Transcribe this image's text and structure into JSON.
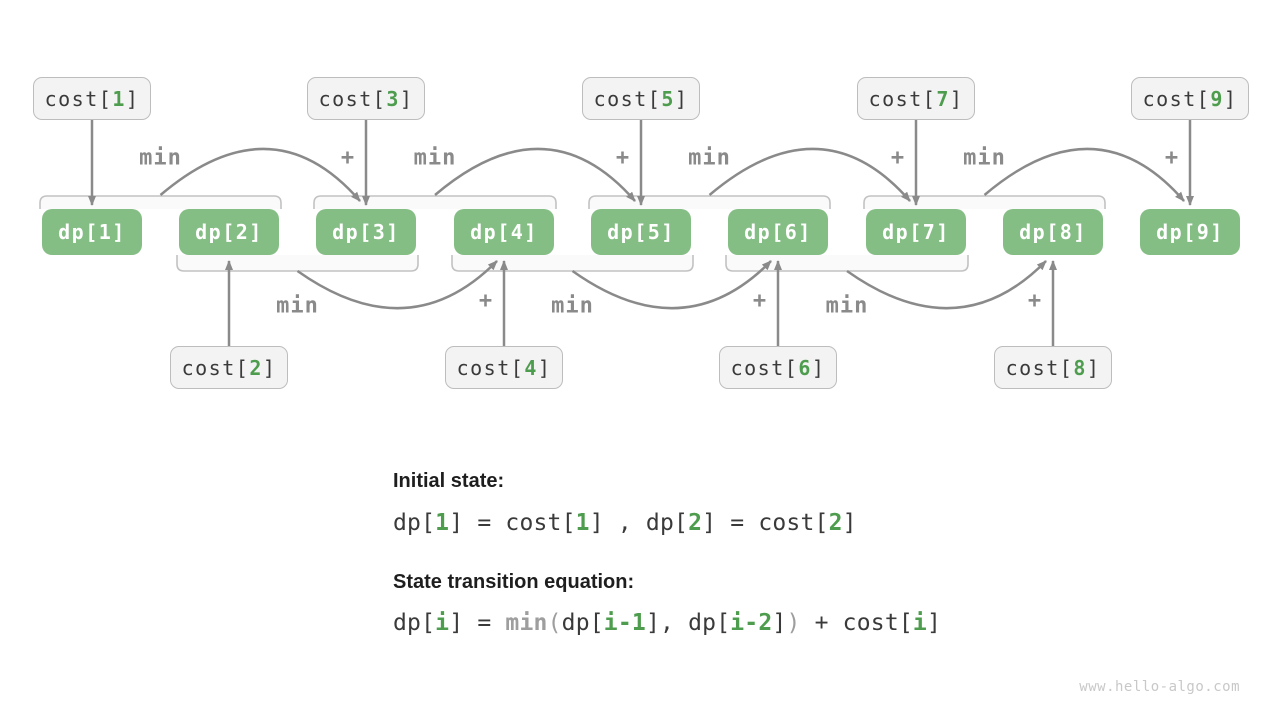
{
  "colors": {
    "dp_box_green": "#85be85",
    "index_green": "#4e9d4e",
    "dark_text": "#3a3a3a",
    "arrow_gray": "#8a8a8a",
    "cost_box_bg": "#f3f3f3",
    "cost_box_border": "#bdbdbd",
    "bracket_border": "#c2c2c2",
    "bracket_fill": "#fafafa",
    "watermark_gray": "#c8c8c8"
  },
  "diagram": {
    "dp_boxes": [
      "dp[1]",
      "dp[2]",
      "dp[3]",
      "dp[4]",
      "dp[5]",
      "dp[6]",
      "dp[7]",
      "dp[8]",
      "dp[9]"
    ],
    "cost_top": [
      {
        "prefix": "cost[",
        "index": "1",
        "suffix": "]"
      },
      {
        "prefix": "cost[",
        "index": "3",
        "suffix": "]"
      },
      {
        "prefix": "cost[",
        "index": "5",
        "suffix": "]"
      },
      {
        "prefix": "cost[",
        "index": "7",
        "suffix": "]"
      },
      {
        "prefix": "cost[",
        "index": "9",
        "suffix": "]"
      }
    ],
    "cost_bottom": [
      {
        "prefix": "cost[",
        "index": "2",
        "suffix": "]"
      },
      {
        "prefix": "cost[",
        "index": "4",
        "suffix": "]"
      },
      {
        "prefix": "cost[",
        "index": "6",
        "suffix": "]"
      },
      {
        "prefix": "cost[",
        "index": "8",
        "suffix": "]"
      }
    ],
    "min_label": "min",
    "plus_label": "+"
  },
  "notes": {
    "initial_heading": "Initial state:",
    "initial_equation": [
      {
        "text": "dp[",
        "c": "dark"
      },
      {
        "text": "1",
        "c": "green"
      },
      {
        "text": "] = cost[",
        "c": "dark"
      },
      {
        "text": "1",
        "c": "green"
      },
      {
        "text": "] , dp[",
        "c": "dark"
      },
      {
        "text": "2",
        "c": "green"
      },
      {
        "text": "] = cost[",
        "c": "dark"
      },
      {
        "text": "2",
        "c": "green"
      },
      {
        "text": "]",
        "c": "dark"
      }
    ],
    "transition_heading": "State transition equation:",
    "transition_equation": [
      {
        "text": "dp[",
        "c": "dark"
      },
      {
        "text": "i",
        "c": "green"
      },
      {
        "text": "] = ",
        "c": "dark"
      },
      {
        "text": "min",
        "c": "gray",
        "b": true
      },
      {
        "text": "(",
        "c": "gray"
      },
      {
        "text": "dp[",
        "c": "dark"
      },
      {
        "text": "i-1",
        "c": "green"
      },
      {
        "text": "], dp[",
        "c": "dark"
      },
      {
        "text": "i-2",
        "c": "green"
      },
      {
        "text": "]",
        "c": "dark"
      },
      {
        "text": ")",
        "c": "gray"
      },
      {
        "text": " + cost[",
        "c": "dark"
      },
      {
        "text": "i",
        "c": "green"
      },
      {
        "text": "]",
        "c": "dark"
      }
    ]
  },
  "watermark": "www.hello-algo.com"
}
